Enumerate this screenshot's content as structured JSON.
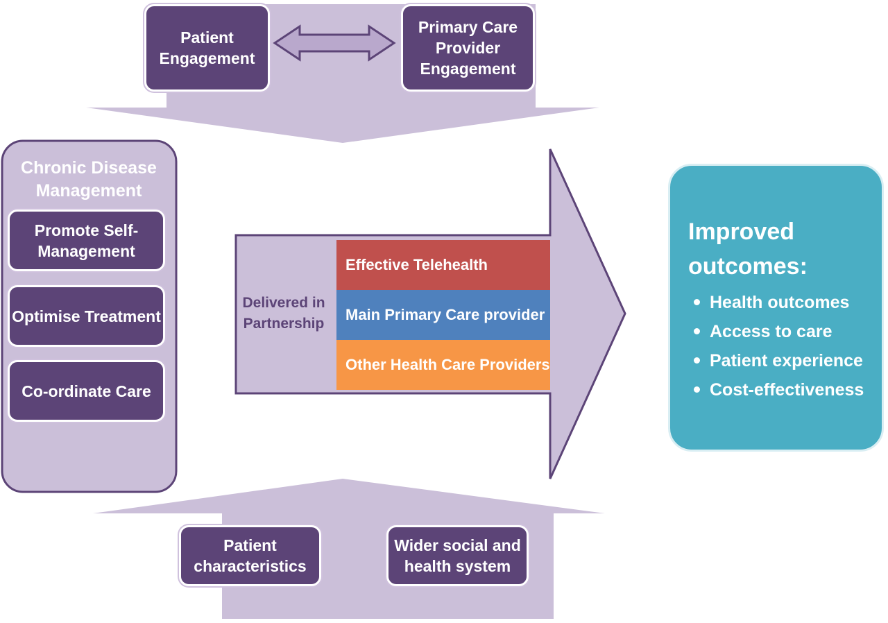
{
  "top": {
    "patient_engagement": "Patient Engagement",
    "primary_care_engagement": "Primary Care Provider Engagement"
  },
  "chronic": {
    "title": "Chronic Disease Management",
    "items": [
      "Promote Self-Management",
      "Optimise Treatment",
      "Co-ordinate Care"
    ]
  },
  "center": {
    "partnership": "Delivered in Partnership",
    "bands": [
      {
        "label": "Effective Telehealth",
        "color": "#c0504d"
      },
      {
        "label": "Main Primary Care provider",
        "color": "#4f81bd"
      },
      {
        "label": "Other Health Care Providers",
        "color": "#f79646"
      }
    ]
  },
  "outcomes": {
    "title": "Improved outcomes:",
    "items": [
      "Health outcomes",
      "Access to care",
      "Patient experience",
      "Cost-effectiveness"
    ]
  },
  "bottom": {
    "patient_characteristics": "Patient characteristics",
    "wider_system": "Wider social and health system"
  },
  "colors": {
    "dark_purple": "#5c4477",
    "light_purple": "#cbbfd9",
    "teal": "#4aaec4"
  }
}
